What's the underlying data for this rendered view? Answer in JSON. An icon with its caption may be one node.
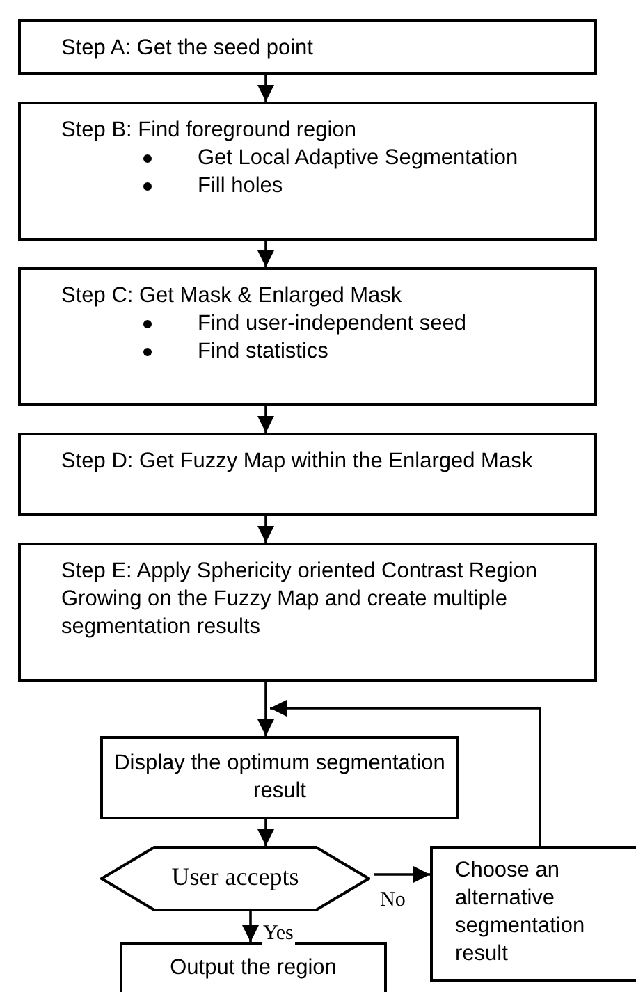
{
  "diagram": {
    "nodes": [
      {
        "text": [
          "Step A: Get the seed point"
        ]
      },
      {
        "text": [
          "Step B: Find foreground region",
          "Get Local Adaptive Segmentation",
          "Fill holes"
        ]
      },
      {
        "text": [
          "Step C: Get Mask & Enlarged Mask",
          "Find user-independent seed",
          "Find statistics"
        ]
      },
      {
        "text": [
          "Step D: Get Fuzzy Map within the Enlarged Mask"
        ]
      },
      {
        "text": [
          "Step E:  Apply Sphericity oriented Contrast Region Growing on the Fuzzy Map and create multiple segmentation results"
        ]
      },
      {
        "text": [
          "Display the optimum segmentation result"
        ]
      },
      {
        "text": [
          "User accepts"
        ]
      },
      {
        "text": [
          "Choose an alternative segmentation result"
        ]
      },
      {
        "text": [
          "Output the region"
        ]
      }
    ],
    "edges": [
      {
        "from": 0,
        "to": 1,
        "arrow": "to"
      },
      {
        "from": 1,
        "to": 2,
        "arrow": "to"
      },
      {
        "from": 2,
        "to": 3,
        "arrow": "to"
      },
      {
        "from": 3,
        "to": 4,
        "arrow": "to"
      },
      {
        "from": 4,
        "to": 5,
        "arrow": "to"
      },
      {
        "from": 5,
        "to": 6,
        "arrow": "to"
      },
      {
        "from": 6,
        "to": 7,
        "arrow": "to",
        "label": "No"
      },
      {
        "from": 6,
        "to": 8,
        "arrow": "to",
        "label": "Yes"
      },
      {
        "from": 7,
        "to": 5,
        "arrow": "to"
      }
    ]
  }
}
